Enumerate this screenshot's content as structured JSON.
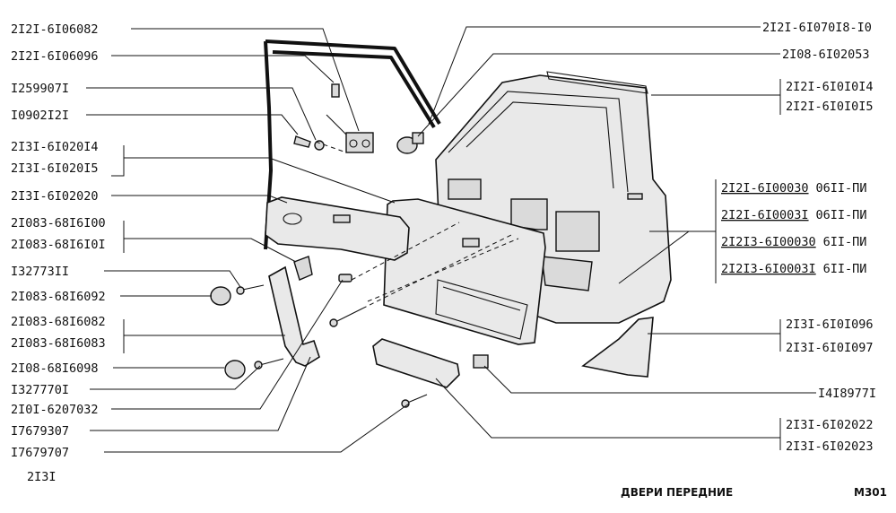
{
  "labels_left": [
    {
      "id": "l1",
      "text": "2I2I-6I06082"
    },
    {
      "id": "l2",
      "text": "2I2I-6I06096"
    },
    {
      "id": "l3",
      "text": "I259907I"
    },
    {
      "id": "l4",
      "text": "I0902I2I"
    },
    {
      "id": "l5a",
      "text": "2I3I-6I020I4"
    },
    {
      "id": "l5b",
      "text": "2I3I-6I020I5"
    },
    {
      "id": "l6",
      "text": "2I3I-6I02020"
    },
    {
      "id": "l7a",
      "text": "2I083-68I6I00"
    },
    {
      "id": "l7b",
      "text": "2I083-68I6I0I"
    },
    {
      "id": "l8",
      "text": "I32773II"
    },
    {
      "id": "l9",
      "text": "2I083-68I6092"
    },
    {
      "id": "l10a",
      "text": "2I083-68I6082"
    },
    {
      "id": "l10b",
      "text": "2I083-68I6083"
    },
    {
      "id": "l11",
      "text": "2I08-68I6098"
    },
    {
      "id": "l12",
      "text": "I327770I"
    },
    {
      "id": "l13",
      "text": "2I0I-6207032"
    },
    {
      "id": "l14",
      "text": "I7679307"
    },
    {
      "id": "l15",
      "text": "I7679707"
    }
  ],
  "labels_right": [
    {
      "id": "r1",
      "text": "2I2I-6I070I8-I0"
    },
    {
      "id": "r2",
      "text": "2I08-6I02053"
    },
    {
      "id": "r3a",
      "text": "2I2I-6I0I0I4"
    },
    {
      "id": "r3b",
      "text": "2I2I-6I0I0I5"
    },
    {
      "id": "r5",
      "text": "2I3I-6I0I096"
    },
    {
      "id": "r6",
      "text": "2I3I-6I0I097"
    },
    {
      "id": "r7",
      "text": "I4I8977I"
    },
    {
      "id": "r8",
      "text": "2I3I-6I02022"
    },
    {
      "id": "r9",
      "text": "2I3I-6I02023"
    }
  ],
  "labels_options": [
    {
      "id": "o1",
      "part": "2I2I-6I00030",
      "note": "06II-ПИ"
    },
    {
      "id": "o2",
      "part": "2I2I-6I0003I",
      "note": "06II-ПИ"
    },
    {
      "id": "o3",
      "part": "2I2I3-6I00030",
      "note": "6II-ПИ"
    },
    {
      "id": "o4",
      "part": "2I2I3-6I0003I",
      "note": "6II-ПИ"
    }
  ],
  "footer": {
    "model": "2I3I",
    "title": "ДВЕРИ ПЕРЕДНИЕ",
    "code": "M301"
  }
}
